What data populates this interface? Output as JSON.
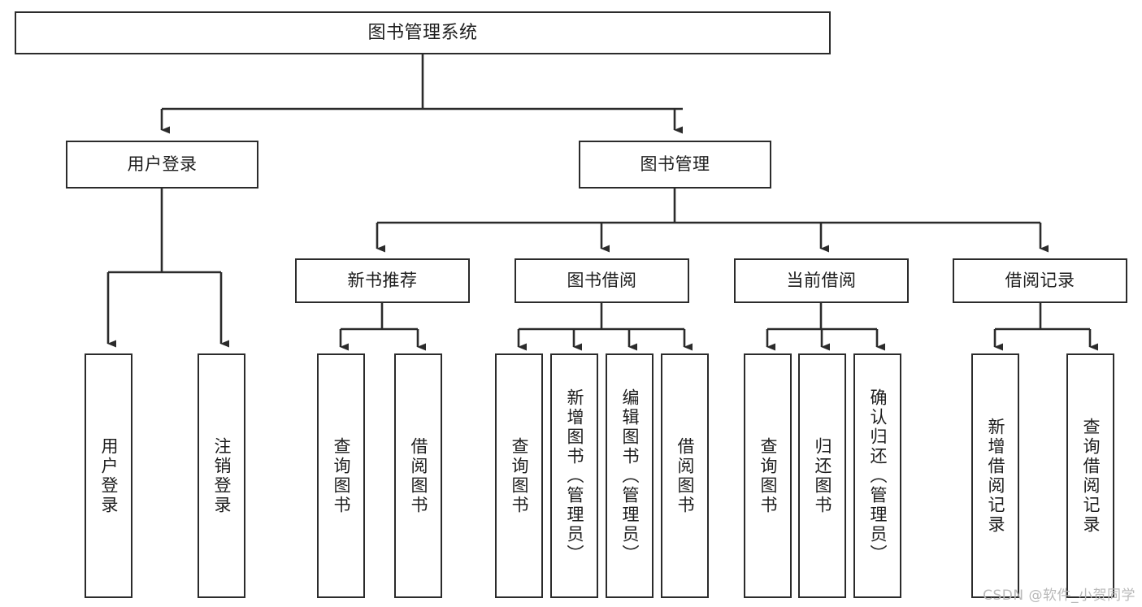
{
  "diagram": {
    "title": "图书管理系统",
    "type": "hierarchy-tree",
    "watermark": "CSDN @软件_小贺同学",
    "colors": {
      "stroke": "#2b2b2b",
      "fill": "#ffffff",
      "text": "#1d1d1d",
      "watermark": "#b9b9b9"
    },
    "levels": {
      "root": "图书管理系统",
      "level2": [
        "用户登录",
        "图书管理"
      ],
      "level3": [
        "新书推荐",
        "图书借阅",
        "当前借阅",
        "借阅记录"
      ]
    },
    "nodes": {
      "root": {
        "label": "图书管理系统",
        "level": 1
      },
      "user_login": {
        "label": "用户登录",
        "level": 2
      },
      "book_mgmt": {
        "label": "图书管理",
        "level": 2
      },
      "new_book_rec": {
        "label": "新书推荐",
        "level": 3
      },
      "book_borrow": {
        "label": "图书借阅",
        "level": 3
      },
      "current_borrow": {
        "label": "当前借阅",
        "level": 3
      },
      "borrow_record": {
        "label": "借阅记录",
        "level": 3
      },
      "leaf_1": {
        "label": "用户登录",
        "level": 3,
        "parent": "用户登录"
      },
      "leaf_2": {
        "label": "注销登录",
        "level": 3,
        "parent": "用户登录"
      },
      "leaf_3": {
        "label": "查询图书",
        "level": 4,
        "parent": "新书推荐"
      },
      "leaf_4": {
        "label": "借阅图书",
        "level": 4,
        "parent": "新书推荐"
      },
      "leaf_5": {
        "label": "查询图书",
        "level": 4,
        "parent": "图书借阅"
      },
      "leaf_6": {
        "label": "新增图书（管理员）",
        "level": 4,
        "parent": "图书借阅"
      },
      "leaf_7": {
        "label": "编辑图书（管理员）",
        "level": 4,
        "parent": "图书借阅"
      },
      "leaf_8": {
        "label": "借阅图书",
        "level": 4,
        "parent": "图书借阅"
      },
      "leaf_9": {
        "label": "查询图书",
        "level": 4,
        "parent": "当前借阅"
      },
      "leaf_10": {
        "label": "归还图书",
        "level": 4,
        "parent": "当前借阅"
      },
      "leaf_11": {
        "label": "确认归还（管理员）",
        "level": 4,
        "parent": "当前借阅"
      },
      "leaf_12": {
        "label": "新增借阅记录",
        "level": 4,
        "parent": "借阅记录"
      },
      "leaf_13": {
        "label": "查询借阅记录",
        "level": 4,
        "parent": "借阅记录"
      }
    }
  }
}
